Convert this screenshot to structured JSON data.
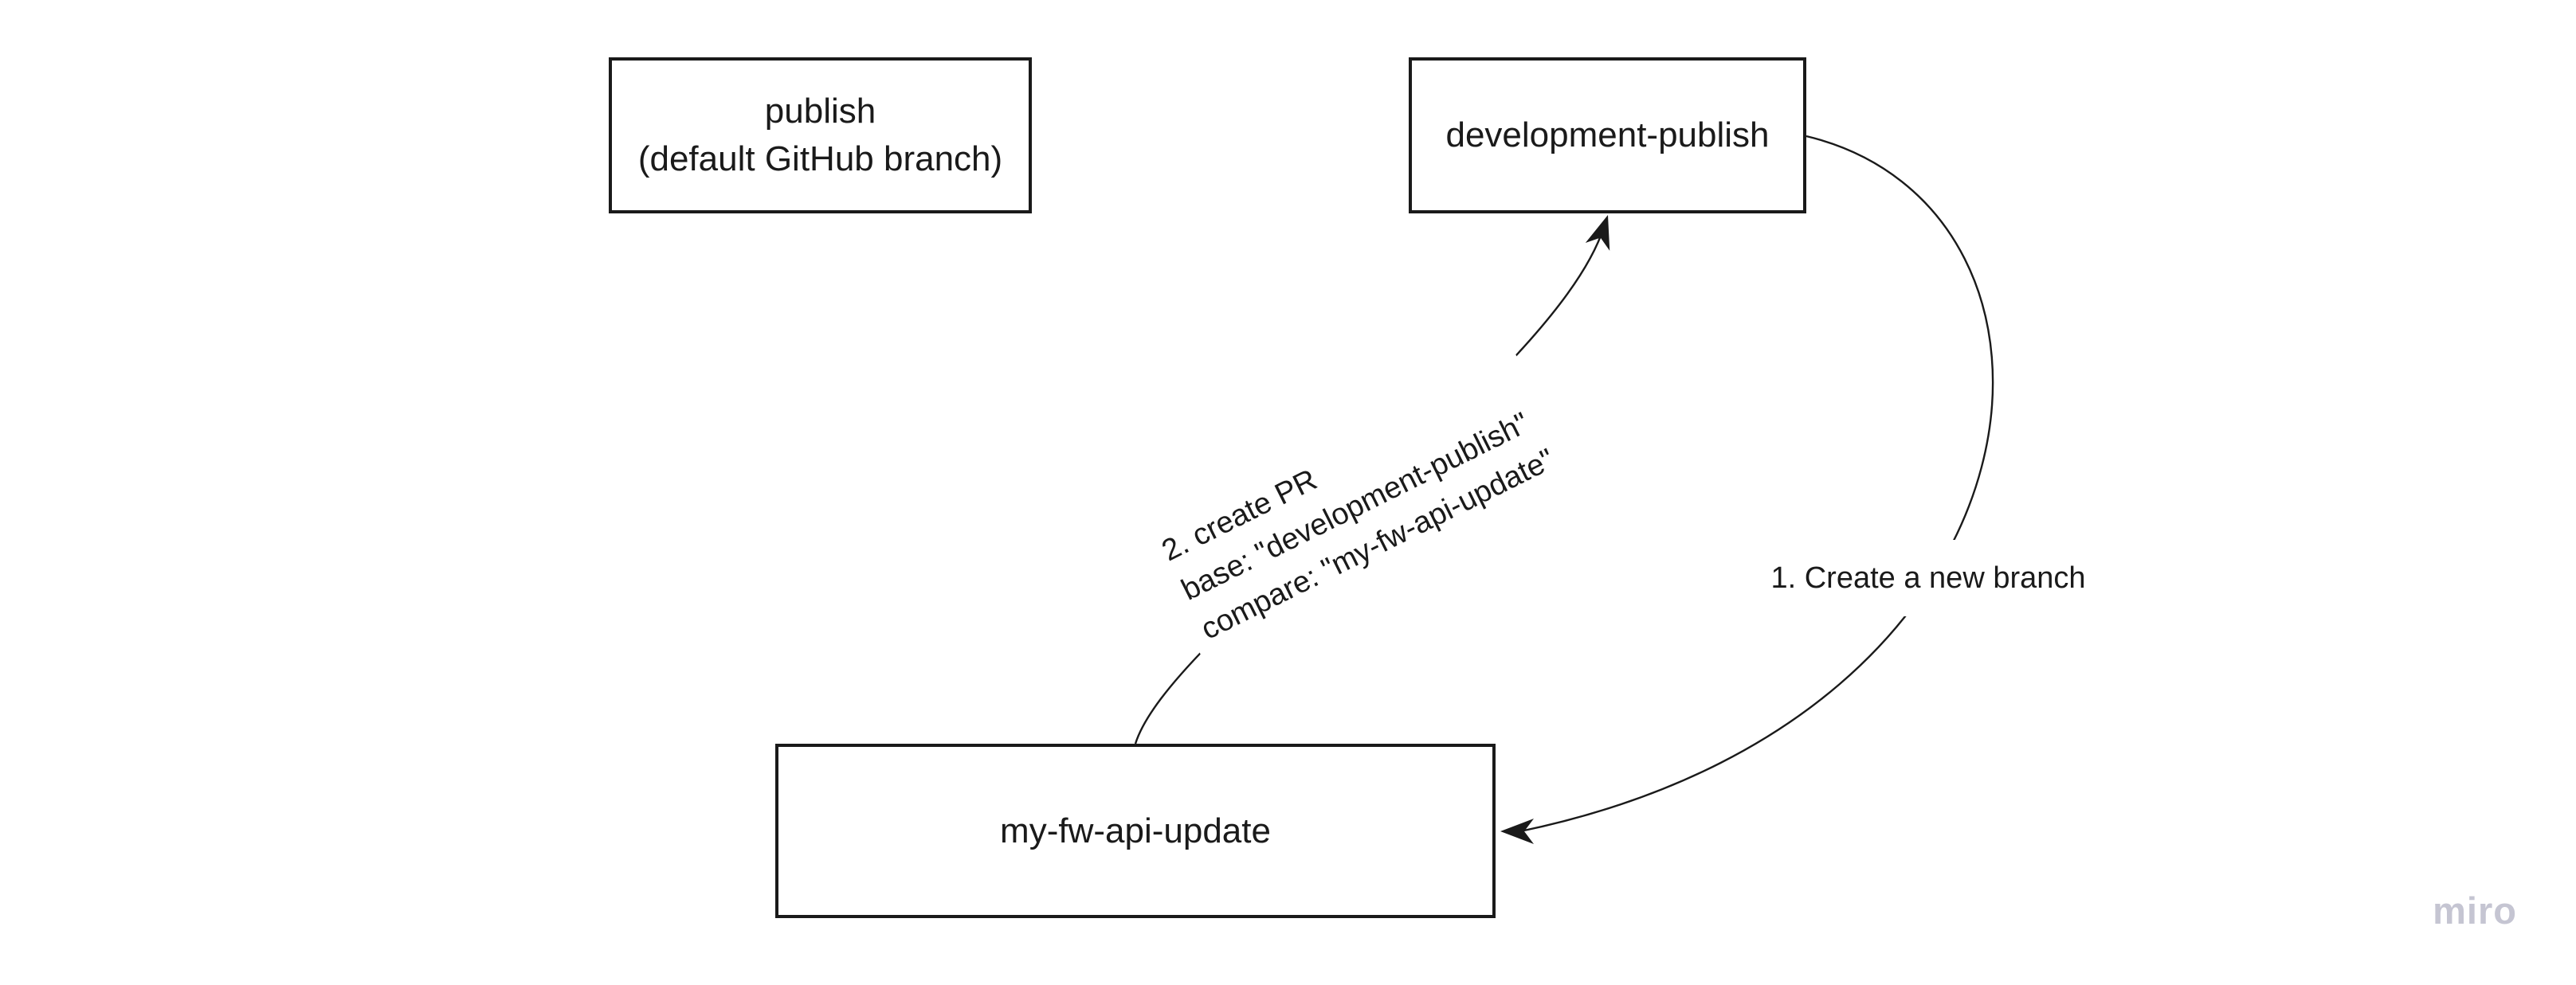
{
  "board": {
    "background": "#ffffff",
    "ink_color": "#1a1a1a"
  },
  "shapes": {
    "publish": {
      "line1": "publish",
      "line2": "(default GitHub branch)"
    },
    "development_publish": {
      "label": "development-publish"
    },
    "my_fw_api_update": {
      "label": "my-fw-api-update"
    }
  },
  "connectors": {
    "create_branch": {
      "label": "1. Create a new branch"
    },
    "create_pr": {
      "line1": "2. create PR",
      "line2": "base: \"development-publish\"",
      "line3": "compare: \"my-fw-api-update\""
    }
  },
  "watermark": {
    "label": "miro",
    "color": "#c5c5d2"
  }
}
